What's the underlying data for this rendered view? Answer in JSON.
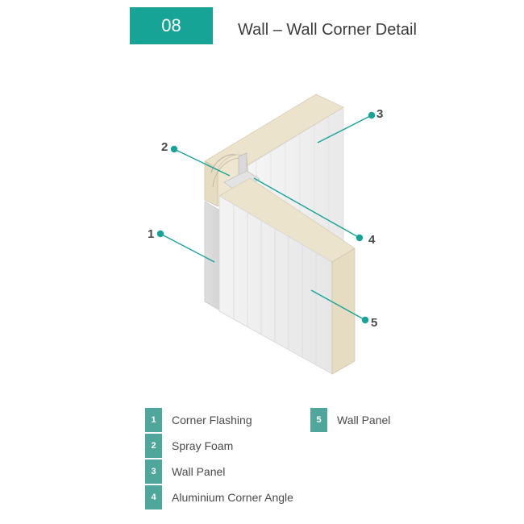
{
  "header": {
    "number": "08",
    "title": "Wall – Wall Corner Detail"
  },
  "callouts": [
    "1",
    "2",
    "3",
    "4",
    "5"
  ],
  "legend": [
    {
      "num": "1",
      "label": "Corner Flashing"
    },
    {
      "num": "2",
      "label": "Spray Foam"
    },
    {
      "num": "3",
      "label": "Wall Panel"
    },
    {
      "num": "4",
      "label": "Aluminium Corner Angle"
    },
    {
      "num": "5",
      "label": "Wall Panel"
    }
  ],
  "colors": {
    "accent": "#16a497",
    "legend_badge": "#4fa79b",
    "panel_core": "#ece3cd",
    "panel_face": "#f1f1f1"
  }
}
